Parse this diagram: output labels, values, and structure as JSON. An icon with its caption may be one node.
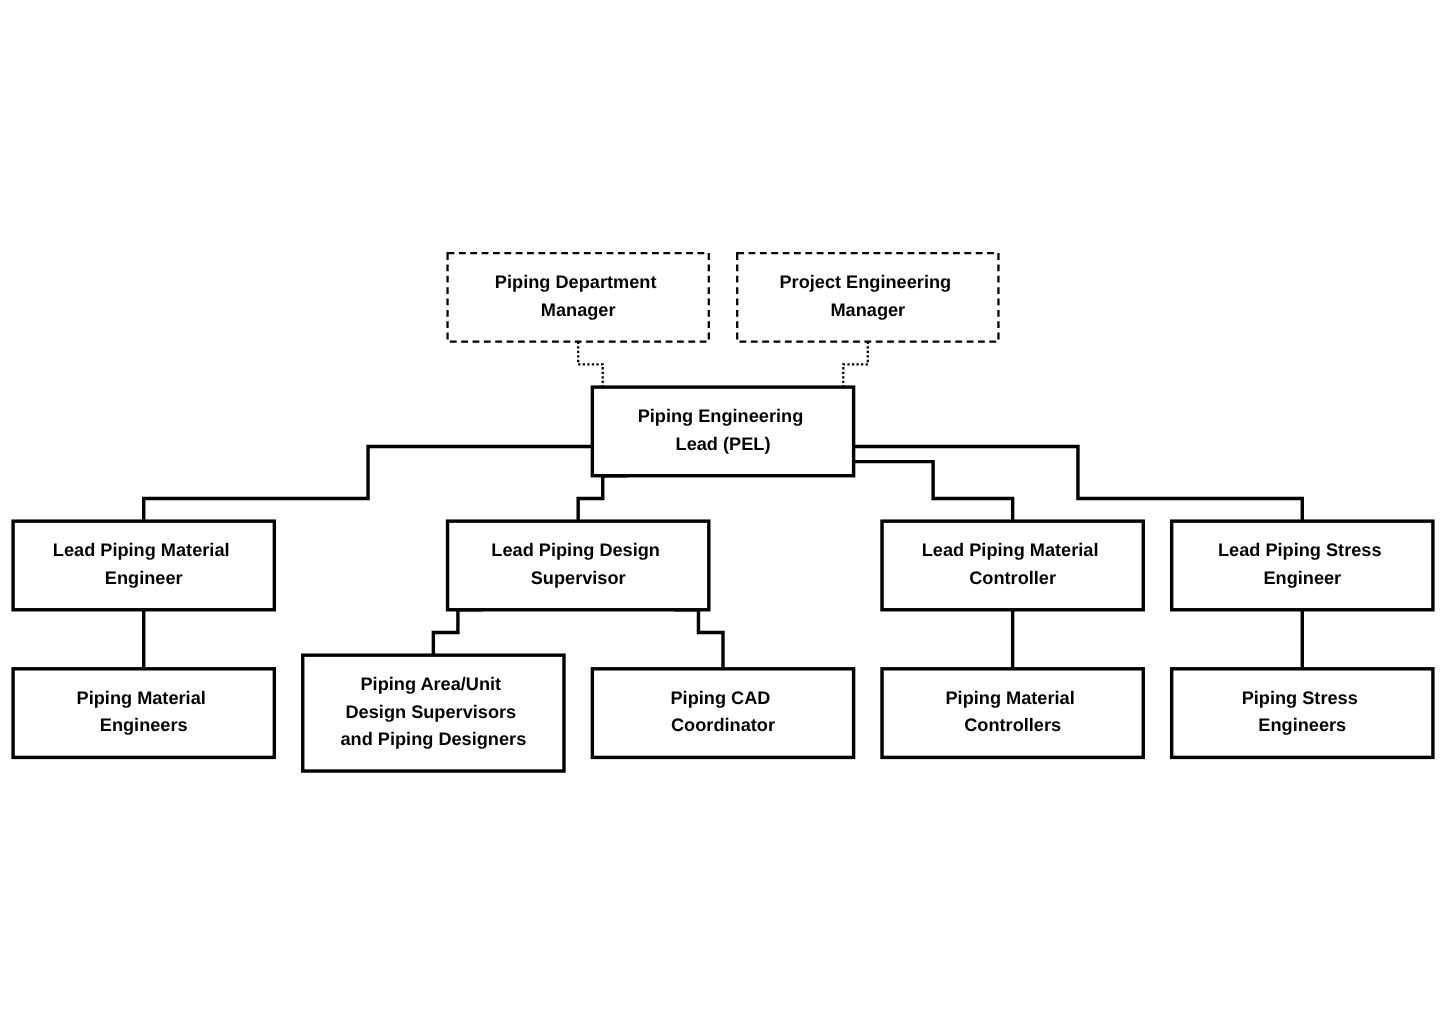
{
  "diagram": {
    "nodes": [
      {
        "text": [
          "Piping Department Manager"
        ]
      },
      {
        "text": [
          "Project Engineering Manager"
        ]
      },
      {
        "text": [
          "Piping Engineering Lead (PEL)"
        ]
      },
      {
        "text": [
          "Lead Piping Material Engineer"
        ]
      },
      {
        "text": [
          "Lead Piping Design Supervisor"
        ]
      },
      {
        "text": [
          "Lead Piping Material Controller"
        ]
      },
      {
        "text": [
          "Lead Piping Stress Engineer"
        ]
      },
      {
        "text": [
          "Piping Material Engineers"
        ]
      },
      {
        "text": [
          "Piping Area/Unit Design Supervisors and Piping Designers"
        ]
      },
      {
        "text": [
          "Piping Material Controllers"
        ]
      },
      {
        "text": [
          "Piping Stress Engineers"
        ]
      },
      {
        "text": [
          "Piping CAD Coordinator"
        ]
      }
    ],
    "edges": [
      {
        "from": 0,
        "to": 2,
        "arrow": "none",
        "style": "dashed"
      },
      {
        "from": 1,
        "to": 2,
        "arrow": "none",
        "style": "dashed"
      },
      {
        "from": 2,
        "to": 3,
        "arrow": "none"
      },
      {
        "from": 2,
        "to": 4,
        "arrow": "none"
      },
      {
        "from": 2,
        "to": 5,
        "arrow": "none"
      },
      {
        "from": 2,
        "to": 6,
        "arrow": "none"
      },
      {
        "from": 3,
        "to": 7,
        "arrow": "none"
      },
      {
        "from": 4,
        "to": 8,
        "arrow": "none"
      },
      {
        "from": 4,
        "to": 11,
        "arrow": "none"
      },
      {
        "from": 5,
        "to": 9,
        "arrow": "none"
      },
      {
        "from": 6,
        "to": 10,
        "arrow": "none"
      }
    ]
  }
}
